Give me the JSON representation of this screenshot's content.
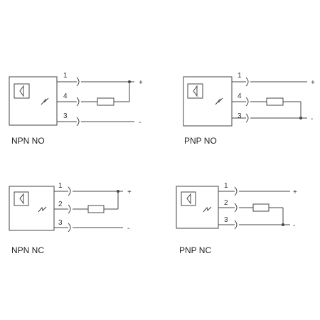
{
  "diagrams": [
    {
      "caption": "NPN NO",
      "terminals": [
        {
          "pin": "1",
          "sign": "+"
        },
        {
          "pin": "4",
          "sign": ""
        },
        {
          "pin": "3",
          "sign": "-"
        }
      ]
    },
    {
      "caption": "PNP NO",
      "terminals": [
        {
          "pin": "1",
          "sign": "+"
        },
        {
          "pin": "4",
          "sign": ""
        },
        {
          "pin": "3",
          "sign": "-"
        }
      ]
    },
    {
      "caption": "NPN NC",
      "terminals": [
        {
          "pin": "1",
          "sign": "+"
        },
        {
          "pin": "2",
          "sign": ""
        },
        {
          "pin": "3",
          "sign": "-"
        }
      ]
    },
    {
      "caption": "PNP NC",
      "terminals": [
        {
          "pin": "1",
          "sign": "+"
        },
        {
          "pin": "2",
          "sign": ""
        },
        {
          "pin": "3",
          "sign": "-"
        }
      ]
    }
  ]
}
